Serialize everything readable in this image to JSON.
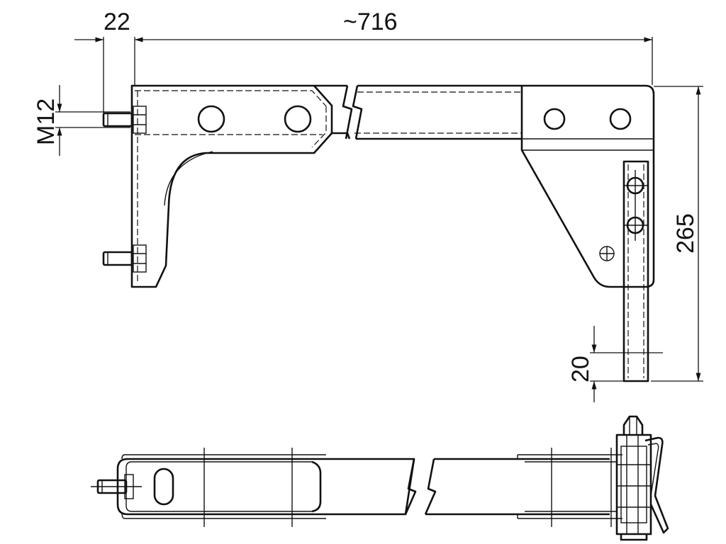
{
  "dimensions": {
    "stud_offset": "22",
    "total_length": "~716",
    "thread": "M12",
    "height": "265",
    "strap_end": "20"
  }
}
